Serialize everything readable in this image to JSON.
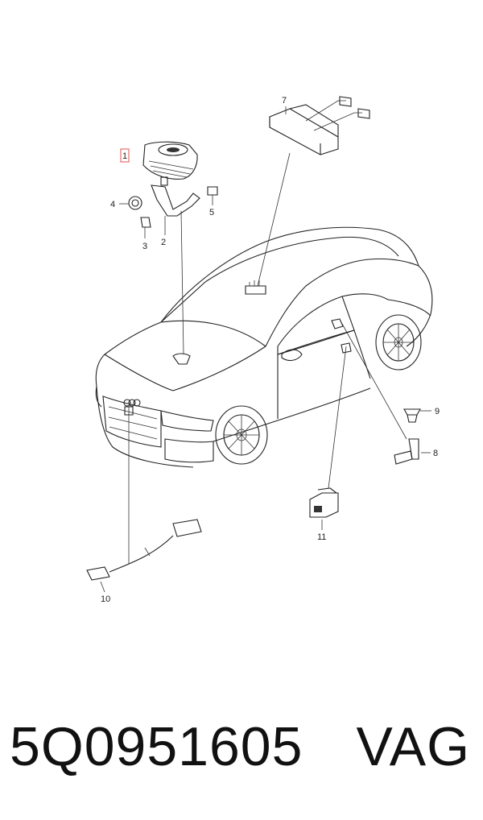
{
  "callouts": {
    "c1": "1",
    "c2": "2",
    "c3": "3",
    "c4": "4",
    "c5": "5",
    "c7": "7",
    "c8": "8",
    "c9": "9",
    "c10": "10",
    "c11": "11"
  },
  "footer": {
    "part_number": "5Q0951605",
    "brand": "VAG"
  },
  "colors": {
    "highlight_box": "#e05050",
    "line": "#222222"
  }
}
